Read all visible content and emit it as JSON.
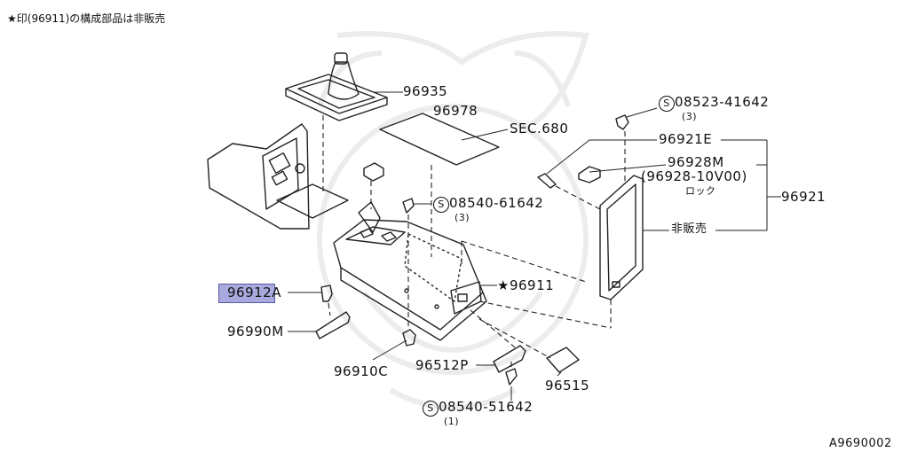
{
  "note": "★印(96911)の構成部品は非販売",
  "highlight_color": "#a9a9dd",
  "diagram_id": "A9690002",
  "labels": {
    "p96935": "96935",
    "p96978": "96978",
    "sec680": "SEC.680",
    "b08523": "08523-41642",
    "b08523_qty": "(3)",
    "p96921E": "96921E",
    "p96928M": "96928M",
    "p96928alt": "96928-10V00",
    "lock": "ロック",
    "p96921": "96921",
    "not_for_sale": "非販売",
    "b08540_61642": "08540-61642",
    "b08540_61642_qty": "(3)",
    "p96911": "★96911",
    "p96912A_num": "96912",
    "p96912A_suffix": "A",
    "p96990M": "96990M",
    "p96910C": "96910C",
    "p96512P": "96512P",
    "p96515": "96515",
    "b08540_51642": "08540-51642",
    "b08540_51642_qty": "(1)",
    "screw_symbol": "S"
  }
}
